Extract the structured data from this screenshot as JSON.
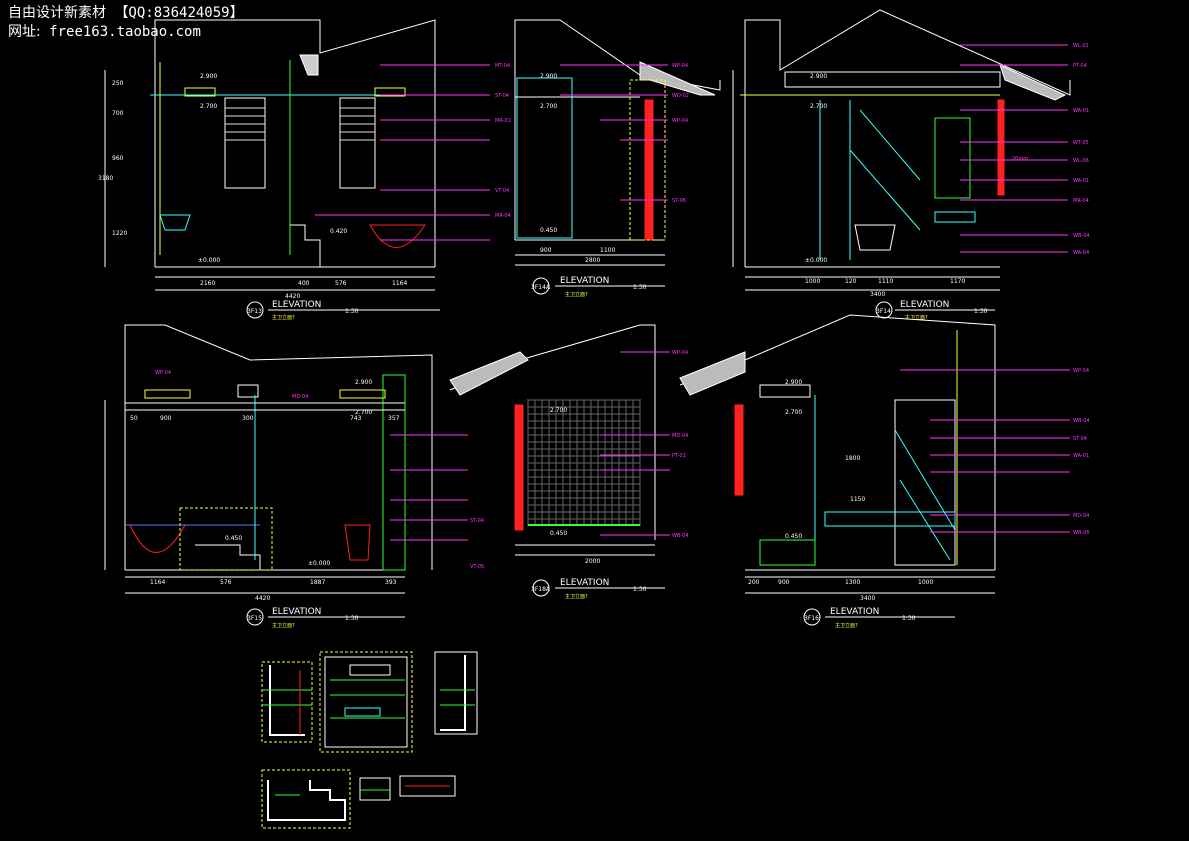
{
  "header": {
    "line1_cn": "自由设计新素材",
    "line1_qq": "【QQ:836424059】",
    "line2_label": "网址:",
    "line2_url": "free163.taobao.com"
  },
  "colors": {
    "background": "#000000",
    "wall": "#ffffff",
    "dimension": "#ffffff",
    "tag": "#ff33ff",
    "accent_red": "#ff2020",
    "accent_yellow": "#ffff33",
    "accent_cyan": "#33ffff",
    "accent_green": "#33ff33"
  },
  "panels": [
    {
      "id": "3F13",
      "title": "ELEVATION",
      "scale": "1:30",
      "subtitle": "主卫立面?",
      "dims_h": [
        "2160",
        "400",
        "576",
        "1164"
      ],
      "total": "4420",
      "dims_v": [
        "250",
        "700",
        "960",
        "1220"
      ],
      "total_v": "3180",
      "levels": [
        "2.900",
        "2.700",
        "0.420",
        "±0.000"
      ],
      "tags": [
        "MT-04",
        "ST-04",
        "MR-01",
        "VT-04",
        "MR-04"
      ]
    },
    {
      "id": "3F14A",
      "title": "ELEVATION",
      "scale": "1:30",
      "subtitle": "主卫立面?",
      "dims_h": [
        "900",
        "1100"
      ],
      "total": "2800",
      "levels": [
        "2.900",
        "2.700",
        "0.450"
      ],
      "tags": [
        "WP-04",
        "WD-02",
        "WP-04",
        "ST-06"
      ]
    },
    {
      "id": "3F14",
      "title": "ELEVATION",
      "scale": "1:30",
      "subtitle": "主卫立面?",
      "dims_h": [
        "1000",
        "120",
        "1110",
        "1170"
      ],
      "total": "3400",
      "levels": [
        "2.900",
        "2.700",
        "±0.000"
      ],
      "note": "20mm",
      "tags": [
        "WL-01",
        "PT-04",
        "WA-01",
        "WT-05",
        "WL-06",
        "WA-01",
        "MR-04",
        "WB-04",
        "WA-04"
      ]
    },
    {
      "id": "3F15",
      "title": "ELEVATION",
      "scale": "1:30",
      "subtitle": "主卫立面?",
      "dims_h": [
        "1164",
        "576",
        "1887",
        "393"
      ],
      "total": "4420",
      "dims_top": [
        "50",
        "900",
        "300",
        "743",
        "357"
      ],
      "levels": [
        "2.900",
        "2.700",
        "0.450",
        "±0.000"
      ],
      "tags": [
        "WP-04",
        "MD-04",
        "ST-04",
        "VT-05"
      ]
    },
    {
      "id": "3F18A",
      "title": "ELEVATION",
      "scale": "1:30",
      "subtitle": "主卫立面?",
      "dims_h": [
        "2000"
      ],
      "total": "2000",
      "levels": [
        "2.700",
        "0.450"
      ],
      "tags": [
        "WP-04",
        "MD-04",
        "PT-01",
        "WB-04"
      ]
    },
    {
      "id": "3F16",
      "title": "ELEVATION",
      "scale": "1:30",
      "subtitle": "主卫立面?",
      "dims_h": [
        "200",
        "900",
        "1300",
        "1000"
      ],
      "total": "3400",
      "levels": [
        "2.900",
        "2.700",
        "0.450"
      ],
      "dims_v": [
        "1800",
        "1150"
      ],
      "tags": [
        "WP-04",
        "WB-04",
        "ST-04",
        "WA-01",
        "MD-04",
        "WB-05"
      ]
    }
  ]
}
